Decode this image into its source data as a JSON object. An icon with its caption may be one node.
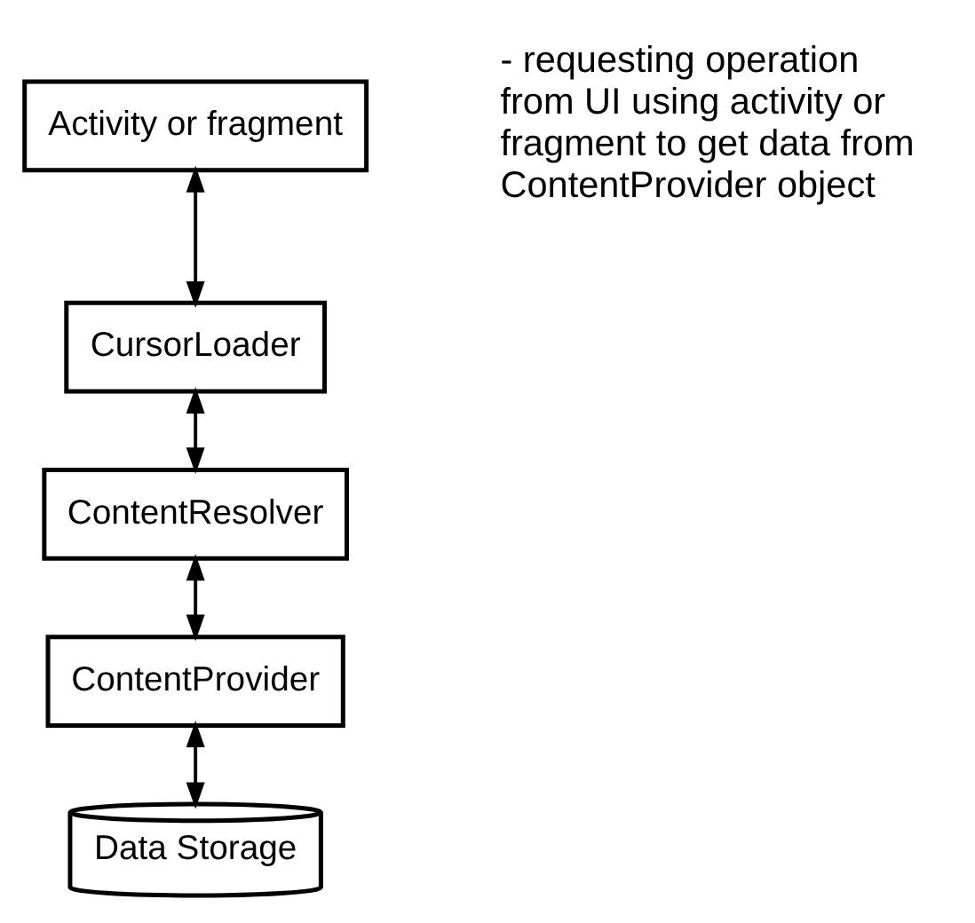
{
  "diagram": {
    "nodes": [
      {
        "text": [
          "Activity or fragment"
        ]
      },
      {
        "text": [
          "CursorLoader"
        ]
      },
      {
        "text": [
          "ContentResolver"
        ]
      },
      {
        "text": [
          "ContentProvider"
        ]
      },
      {
        "text": [
          "Data Storage"
        ]
      }
    ],
    "edges": [
      {
        "from": 0,
        "to": 1,
        "arrow": "both"
      },
      {
        "from": 1,
        "to": 2,
        "arrow": "both"
      },
      {
        "from": 2,
        "to": 3,
        "arrow": "both"
      },
      {
        "from": 3,
        "to": 4,
        "arrow": "both"
      }
    ],
    "labels": [
      "- requesting operation from UI using activity or fragment to get data from ContentProvider object"
    ]
  }
}
